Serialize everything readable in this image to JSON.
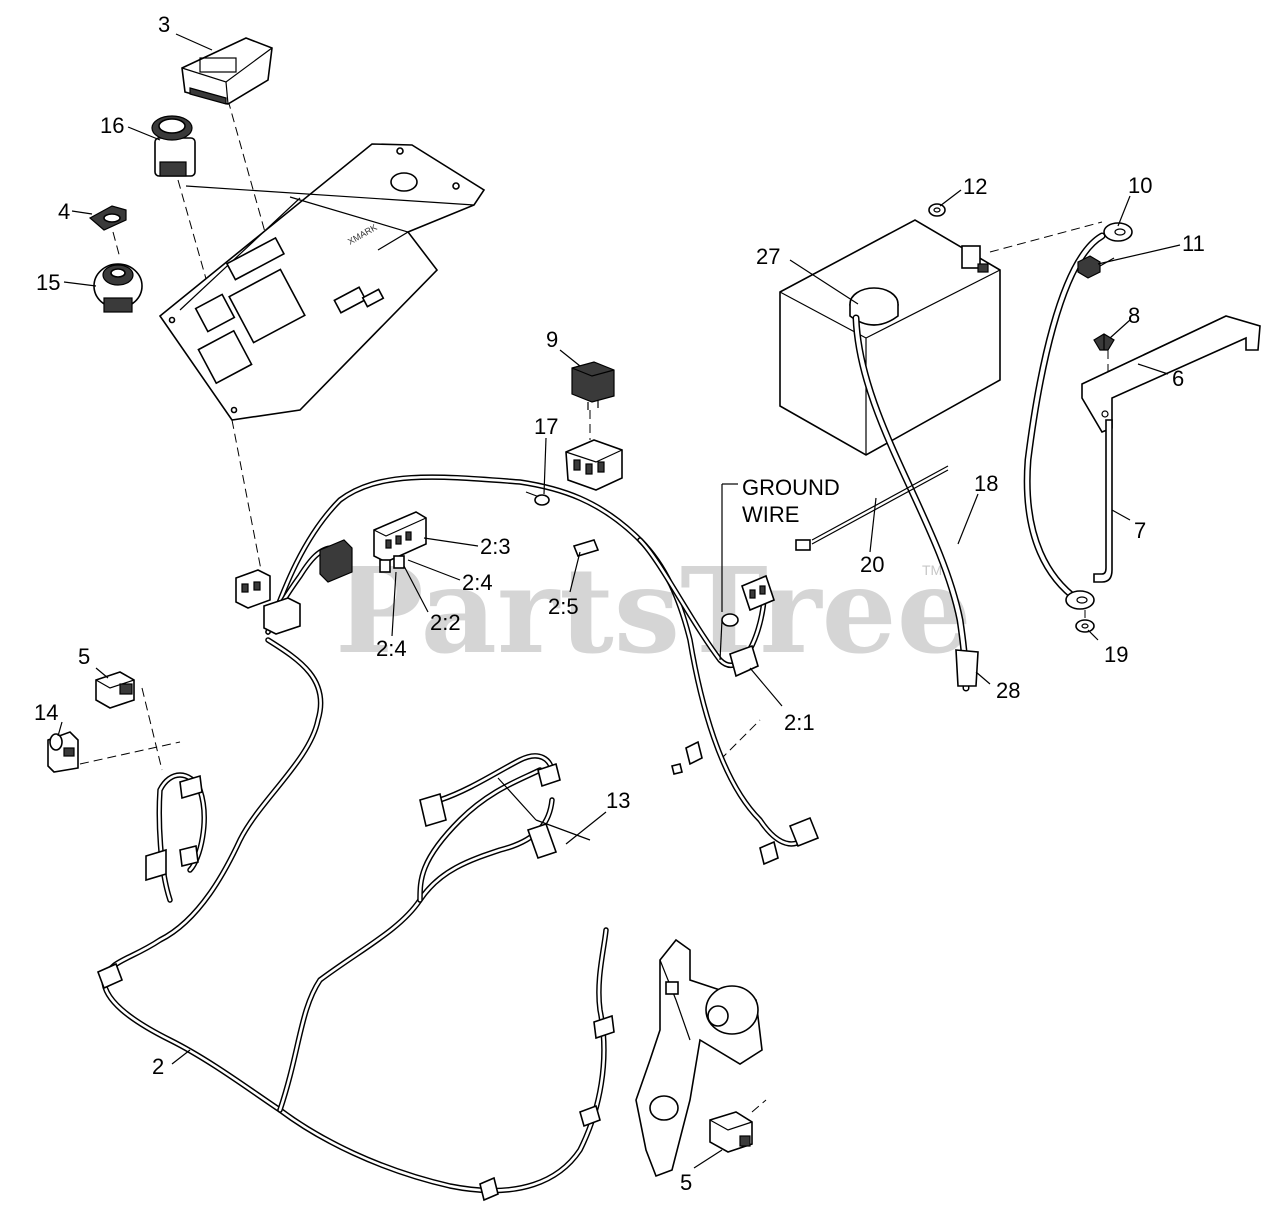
{
  "watermark": {
    "brand": "PartsTree",
    "trademark": "TM"
  },
  "callouts": [
    {
      "id": "c3",
      "text": "3"
    },
    {
      "id": "c16",
      "text": "16"
    },
    {
      "id": "c4",
      "text": "4"
    },
    {
      "id": "c15",
      "text": "15"
    },
    {
      "id": "c12",
      "text": "12"
    },
    {
      "id": "c10",
      "text": "10"
    },
    {
      "id": "c11",
      "text": "11"
    },
    {
      "id": "c27",
      "text": "27"
    },
    {
      "id": "c8",
      "text": "8"
    },
    {
      "id": "c6",
      "text": "6"
    },
    {
      "id": "c9",
      "text": "9"
    },
    {
      "id": "c17",
      "text": "17"
    },
    {
      "id": "cgw1",
      "text": "GROUND"
    },
    {
      "id": "cgw2",
      "text": "WIRE"
    },
    {
      "id": "c18",
      "text": "18"
    },
    {
      "id": "c7",
      "text": "7"
    },
    {
      "id": "c20",
      "text": "20"
    },
    {
      "id": "c2_3",
      "text": "2:3"
    },
    {
      "id": "c2_4a",
      "text": "2:4"
    },
    {
      "id": "c2_5",
      "text": "2:5"
    },
    {
      "id": "c2_2",
      "text": "2:2"
    },
    {
      "id": "c2_4b",
      "text": "2:4"
    },
    {
      "id": "c19",
      "text": "19"
    },
    {
      "id": "c28",
      "text": "28"
    },
    {
      "id": "c5a",
      "text": "5"
    },
    {
      "id": "c14",
      "text": "14"
    },
    {
      "id": "c2_1",
      "text": "2:1"
    },
    {
      "id": "c13",
      "text": "13"
    },
    {
      "id": "c2",
      "text": "2"
    },
    {
      "id": "c5b",
      "text": "5"
    }
  ]
}
